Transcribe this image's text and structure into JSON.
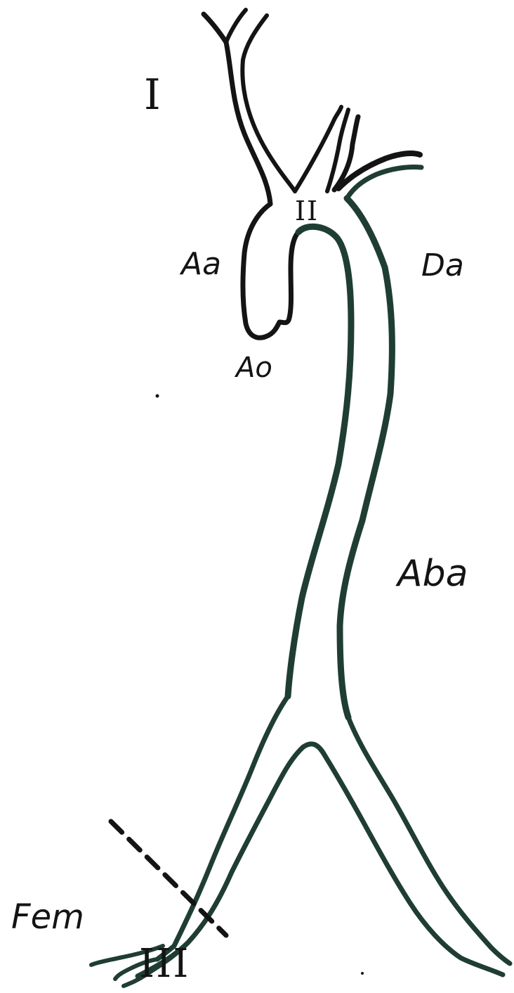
{
  "labels": {
    "region_1": "I",
    "region_2": "II",
    "region_3": "III",
    "ascending_aorta": "Aa",
    "descending_aorta": "Da",
    "aortic_origin": "Ao",
    "abdominal_aorta": "Aba",
    "femoral": "Fem"
  },
  "colors": {
    "vessel_upper": "#141414",
    "vessel_lower": "#1f3d34",
    "ink": "#141414",
    "background": "#ffffff"
  }
}
